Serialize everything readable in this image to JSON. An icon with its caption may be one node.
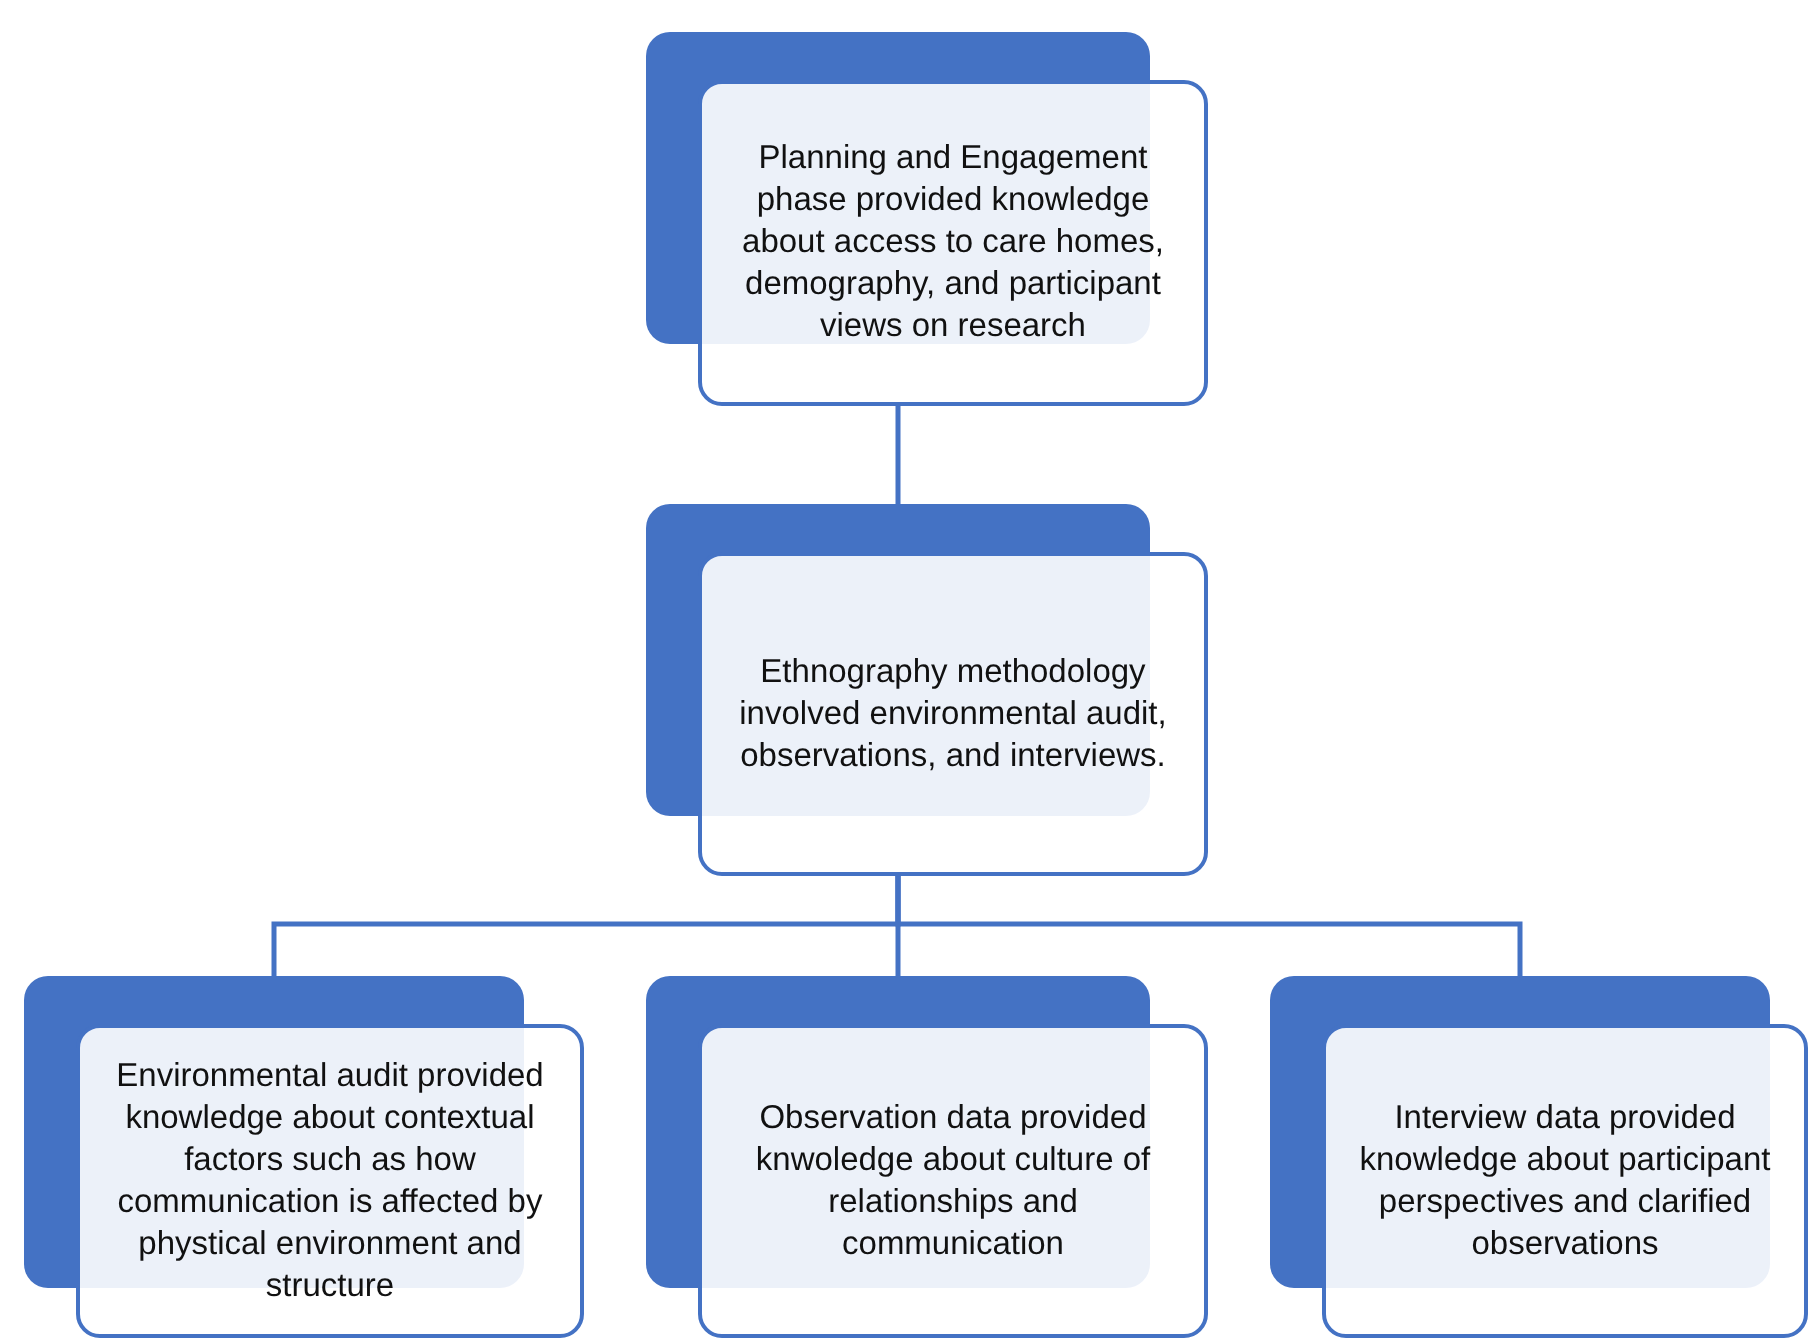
{
  "diagram": {
    "nodes": [
      {
        "text": [
          "Planning and Engagement phase provided knowledge about access to care homes, demography, and participant views on research"
        ]
      },
      {
        "text": [
          "Ethnography methodology involved environmental audit, observations, and interviews."
        ]
      },
      {
        "text": [
          "Environmental audit provided knowledge about contextual factors such as how communication is affected by phystical environment and structure"
        ]
      },
      {
        "text": [
          "Observation data provided knwoledge about culture of relationships and communication"
        ]
      },
      {
        "text": [
          "Interview data provided knowledge about participant perspectives and clarified observations"
        ]
      }
    ],
    "edges": [
      {
        "from": 0,
        "to": 1,
        "arrow": "none"
      },
      {
        "from": 1,
        "to": 2,
        "arrow": "none"
      },
      {
        "from": 1,
        "to": 3,
        "arrow": "none"
      },
      {
        "from": 1,
        "to": 4,
        "arrow": "none"
      }
    ]
  }
}
